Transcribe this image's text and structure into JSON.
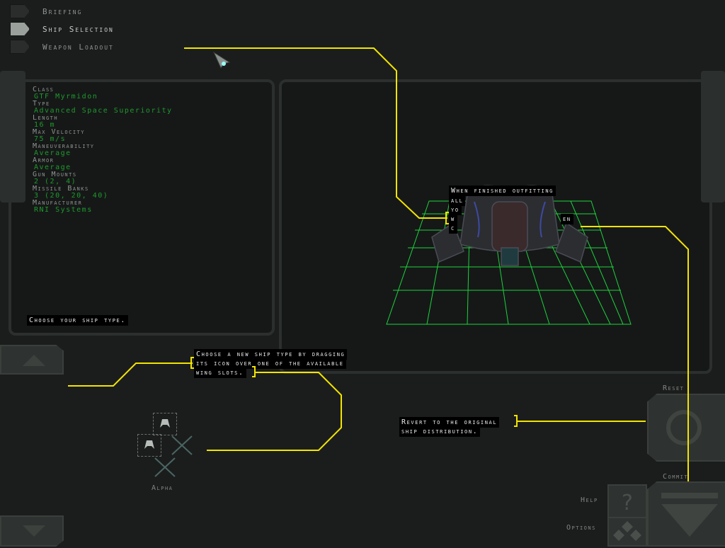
{
  "nav": {
    "items": [
      {
        "label": "Briefing",
        "active": false
      },
      {
        "label": "Ship Selection",
        "active": true
      },
      {
        "label": "Weapon Loadout",
        "active": false
      }
    ]
  },
  "ship": {
    "specs": [
      {
        "label": "Class",
        "value": "GTF Myrmidon"
      },
      {
        "label": "Type",
        "value": "Advanced Space Superiority"
      },
      {
        "label": "Length",
        "value": "16 m"
      },
      {
        "label": "Max Velocity",
        "value": "75 m/s"
      },
      {
        "label": "Maneuverability",
        "value": "Average"
      },
      {
        "label": "Armor",
        "value": "Average"
      },
      {
        "label": "Gun Mounts",
        "value": "2 (2, 4)"
      },
      {
        "label": "Missile Banks",
        "value": "3 (20, 20, 40)"
      },
      {
        "label": "Manufacturer",
        "value": "RNI Systems"
      }
    ]
  },
  "tips": {
    "choose_ship": "Choose your ship type.",
    "drag_ship_1": "Choose a new ship type by dragging",
    "drag_ship_2": "its icon over one of the available",
    "drag_ship_3": "wing slots.",
    "revert_1": "Revert to the original",
    "revert_2": "ship distribution.",
    "finished_1": "When finished outfitting",
    "finished_2": "all",
    "finished_3": "yo",
    "finished_4": "w",
    "finished_5": "en",
    "finished_6": "c"
  },
  "wing": {
    "name": "Alpha"
  },
  "buttons": {
    "reset": "Reset",
    "commit": "Commit",
    "help": "Help",
    "options": "Options"
  },
  "colors": {
    "callout": "#f2e400",
    "grid": "#1cd23a",
    "spec_value": "#1e9a2c"
  }
}
